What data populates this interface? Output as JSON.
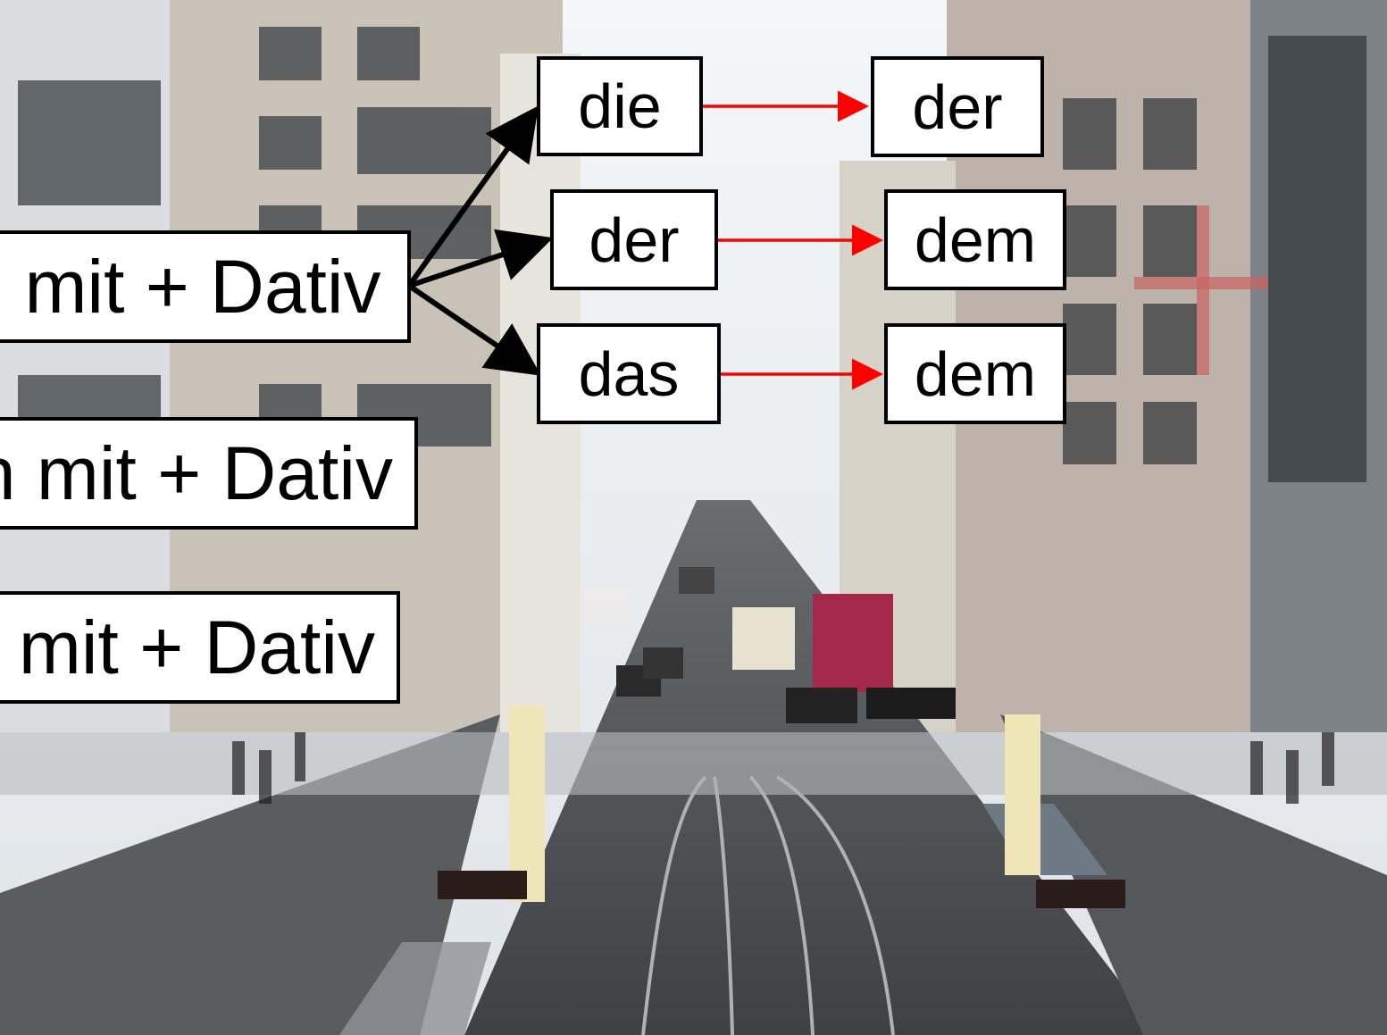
{
  "main": {
    "label": "mit + Dativ",
    "articles": [
      {
        "from": "die",
        "to": "der"
      },
      {
        "from": "der",
        "to": "dem"
      },
      {
        "from": "das",
        "to": "dem"
      }
    ]
  },
  "rows": [
    {
      "label": "n mit + Dativ"
    },
    {
      "label": "mit + Dativ"
    }
  ],
  "colors": {
    "arrow_main": "#000000",
    "arrow_transform": "#ff0000",
    "box_fill": "#ffffff",
    "box_border": "#000000"
  }
}
